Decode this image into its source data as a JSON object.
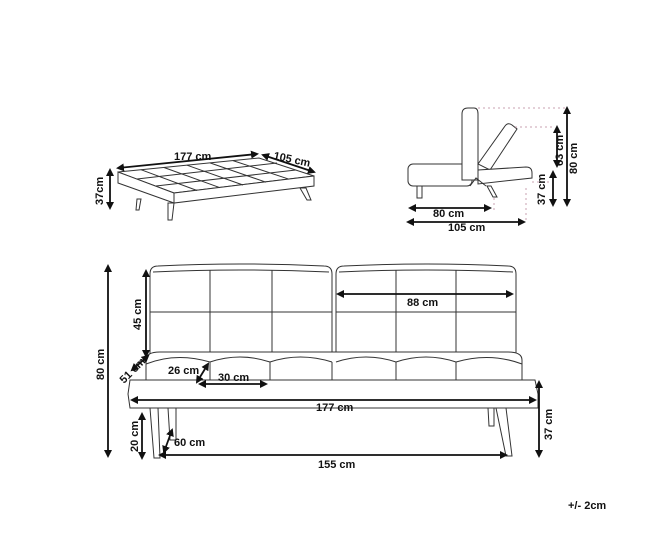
{
  "bed_view": {
    "length_label": "177 cm",
    "depth_label": "105 cm",
    "height_label": "37cm"
  },
  "side_view": {
    "seat_depth_label": "80 cm",
    "total_depth_label": "105 cm",
    "seat_height_label": "37 cm",
    "back_height_label": "63 cm",
    "total_height_label": "80 cm"
  },
  "front_view": {
    "seat_width_label": "88 cm",
    "back_height_label": "45 cm",
    "total_height_label": "80 cm",
    "arm_label": "51 cm",
    "seat_depth_label": "26 cm",
    "cushion_width_label": "30 cm",
    "total_width_label": "177 cm",
    "seat_height_label": "37 cm",
    "leg_height_label": "20 cm",
    "leg_angle_label": "60 cm",
    "leg_span_label": "155 cm"
  },
  "tolerance_label": "+/- 2cm"
}
